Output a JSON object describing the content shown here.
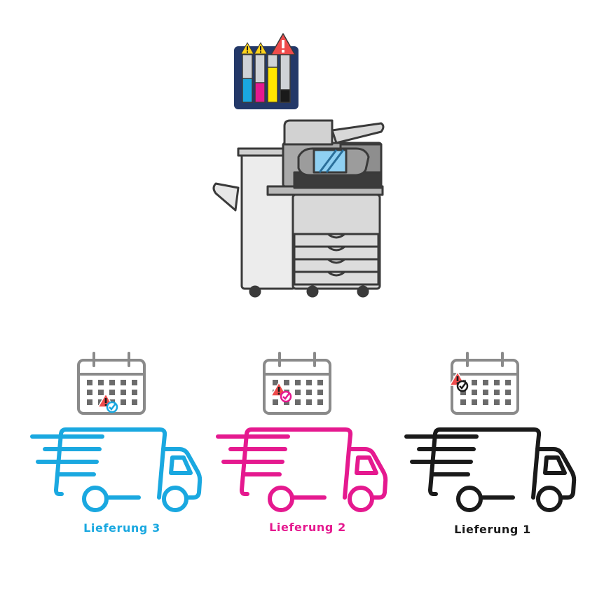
{
  "deliveries": [
    {
      "label": "Lieferung 3",
      "color": "#1aa8e0"
    },
    {
      "label": "Lieferung 2",
      "color": "#e5198f"
    },
    {
      "label": "Lieferung 1",
      "color": "#1a1a1a"
    }
  ],
  "ink_colors": {
    "cyan": "#1aa8e0",
    "magenta": "#e5198f",
    "yellow": "#ffe600",
    "black": "#1a1a1a"
  },
  "icons": [
    "ink-cartridges-icon",
    "warning-icon",
    "printer-icon",
    "calendar-icon",
    "check-icon",
    "delivery-truck-icon"
  ]
}
